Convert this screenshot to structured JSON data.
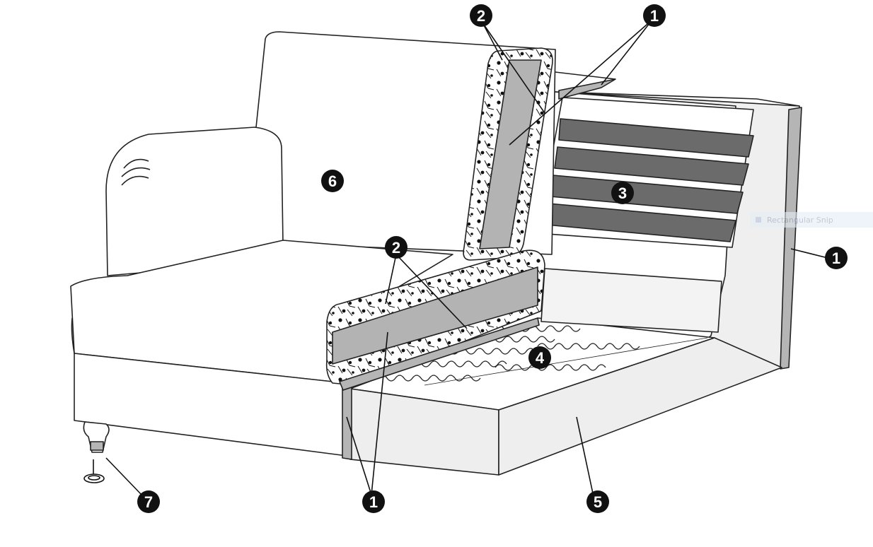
{
  "callouts": {
    "c1_top": "1",
    "c1_right": "1",
    "c1_bottom": "1",
    "c2_top": "2",
    "c2_mid": "2",
    "c3": "3",
    "c4": "4",
    "c5": "5",
    "c6": "6",
    "c7": "7"
  },
  "tooltip": {
    "text": "Rectangular Snip",
    "icon": "snip-icon"
  },
  "colors": {
    "outline": "#222222",
    "fabric_fill": "#ffffff",
    "frame_light": "#eeeeee",
    "frame_side": "#b5b5b5",
    "foam": "#b3b3b3",
    "strap": "#6b6b6b",
    "callout": "#111111"
  }
}
